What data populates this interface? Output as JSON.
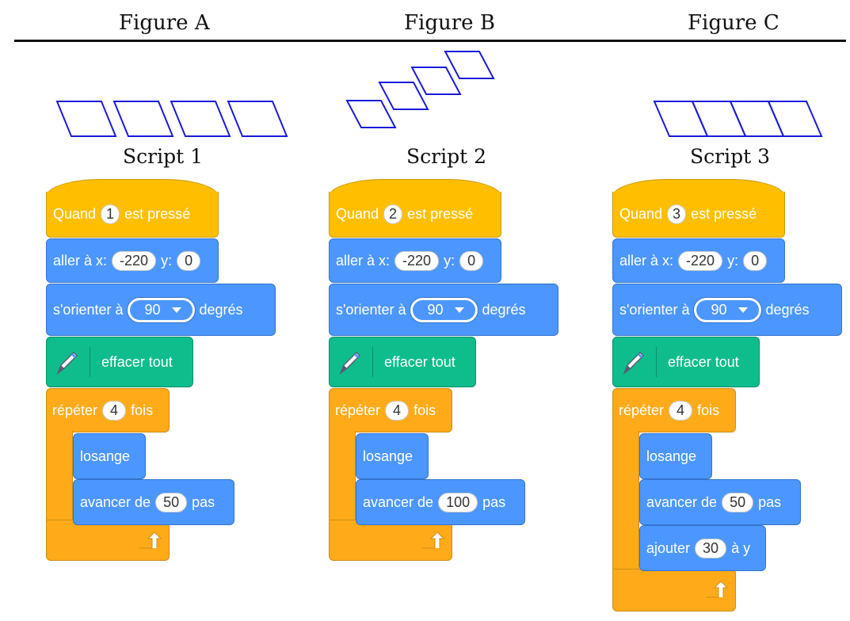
{
  "figures": {
    "a": "Figure A",
    "b": "Figure B",
    "c": "Figure C"
  },
  "scripts": [
    {
      "title": "Script 1",
      "key": "1",
      "x": "-220",
      "y": "0",
      "direction": "90",
      "repeat": "4",
      "move": "50",
      "add_y": null
    },
    {
      "title": "Script 2",
      "key": "2",
      "x": "-220",
      "y": "0",
      "direction": "90",
      "repeat": "4",
      "move": "100",
      "add_y": null
    },
    {
      "title": "Script 3",
      "key": "3",
      "x": "-220",
      "y": "0",
      "direction": "90",
      "repeat": "4",
      "move": "50",
      "add_y": "30"
    }
  ],
  "blocks": {
    "when": "Quand",
    "pressed": "est pressé",
    "goto": "aller à x:",
    "goto_y": "y:",
    "point": "s'orienter à",
    "degrees": "degrés",
    "clear": "effacer tout",
    "repeat": "répéter",
    "times": "fois",
    "custom": "losange",
    "move": "avancer de",
    "steps": "pas",
    "change_y": "ajouter",
    "to_y": "à y"
  },
  "colors": {
    "events": "#ffbf00",
    "motion": "#4c97ff",
    "pen": "#0fbd8c",
    "control": "#ffab19",
    "shape_stroke": "#1a1adb"
  }
}
